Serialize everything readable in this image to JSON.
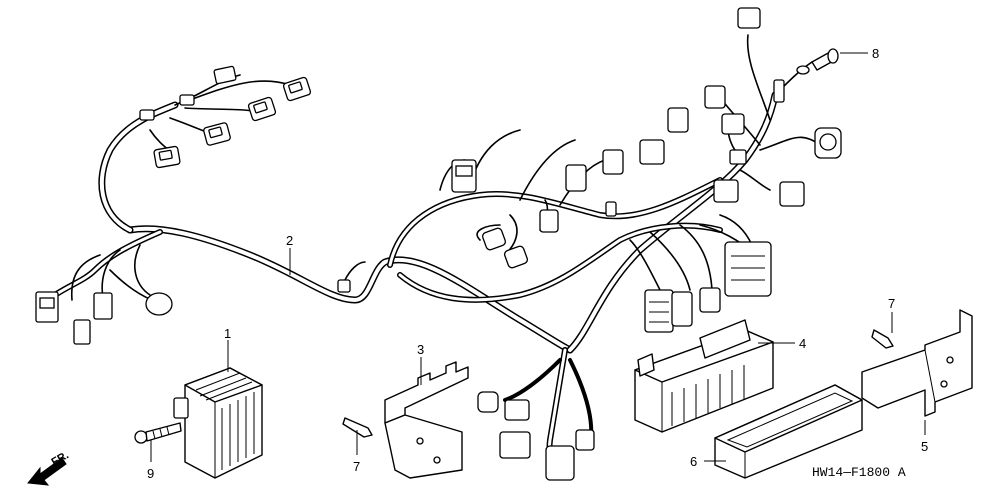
{
  "figure": {
    "code": "HW14—F1800 A",
    "direction_label": "FR."
  },
  "callouts": {
    "c1": "1",
    "c2": "2",
    "c3": "3",
    "c4": "4",
    "c5": "5",
    "c6": "6",
    "c7a": "7",
    "c7b": "7",
    "c8": "8",
    "c9": "9"
  },
  "icons": {
    "direction": "arrow-down-left-icon"
  }
}
